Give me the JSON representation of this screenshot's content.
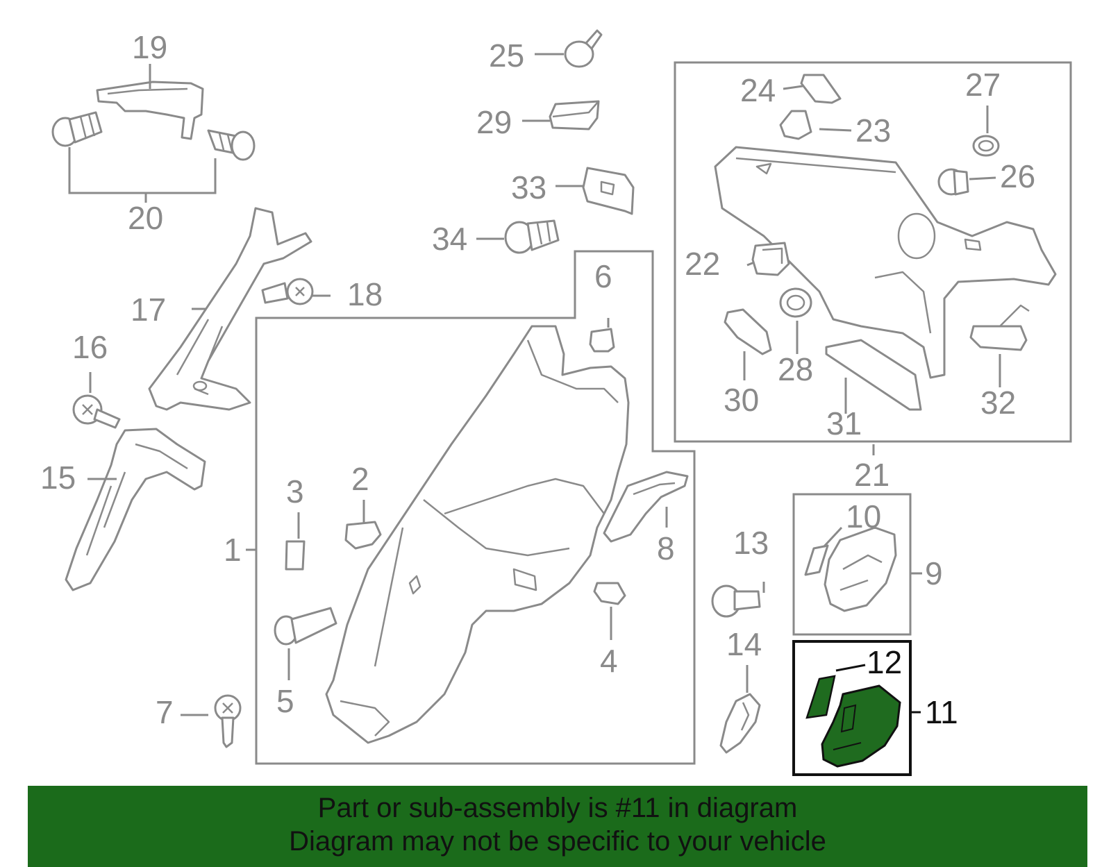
{
  "callouts": {
    "c1": "1",
    "c2": "2",
    "c3": "3",
    "c4": "4",
    "c5": "5",
    "c6": "6",
    "c7": "7",
    "c8": "8",
    "c9": "9",
    "c10": "10",
    "c11": "11",
    "c12": "12",
    "c13": "13",
    "c14": "14",
    "c15": "15",
    "c16": "16",
    "c17": "17",
    "c18": "18",
    "c19": "19",
    "c20": "20",
    "c21": "21",
    "c22": "22",
    "c23": "23",
    "c24": "24",
    "c25": "25",
    "c26": "26",
    "c27": "27",
    "c28": "28",
    "c29": "29",
    "c30": "30",
    "c31": "31",
    "c32": "32",
    "c33": "33",
    "c34": "34"
  },
  "highlighted_part": "11",
  "banner": {
    "line1": "Part or sub-assembly is #11 in diagram",
    "line2": "Diagram may not be specific to your vehicle"
  },
  "colors": {
    "line_art": "#8a8a8a",
    "highlight_fill": "#1f6b1f",
    "banner_background": "#1b6b1b",
    "banner_text": "#111111"
  }
}
